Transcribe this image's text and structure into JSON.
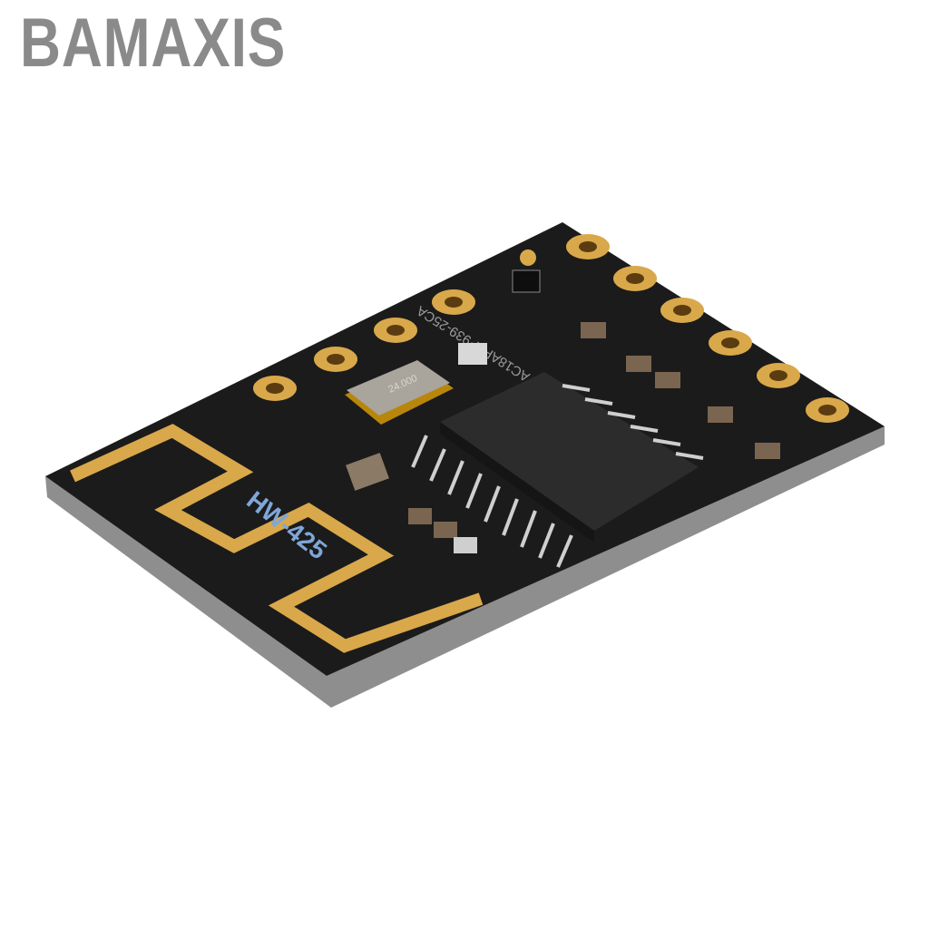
{
  "watermark": "BAMAXIS",
  "product": {
    "board_label": "HW-425",
    "chip_marking": "AC18AP1P939-25CA",
    "crystal_marking": "24.000",
    "colors": {
      "pcb": "#1a1a1a",
      "gold": "#d9a84a",
      "board_edge": "#8e8e8e",
      "silkscreen": "#7fa6d8"
    }
  }
}
